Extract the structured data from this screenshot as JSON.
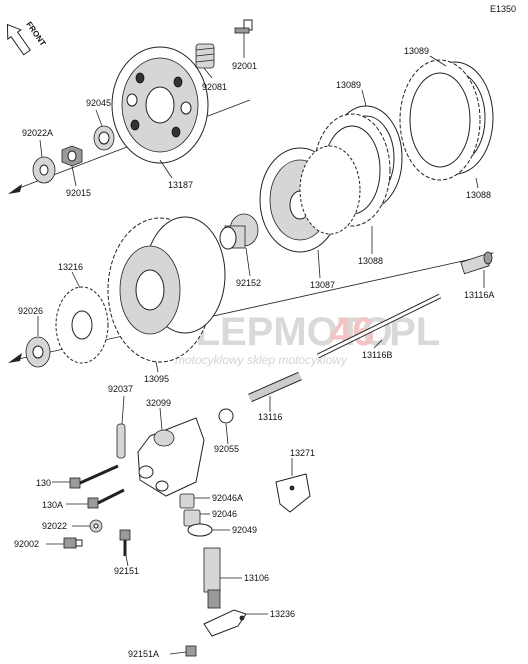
{
  "diagram_code": "E1350",
  "front_label": "FRONT",
  "watermark": {
    "a": "SKLEPMOTO",
    "b": "46",
    "c": ".PL",
    "tagline": "motocyklowy sklep motocyklowy"
  },
  "parts": {
    "p13187": "13187",
    "p92081": "92081",
    "p92001": "92001",
    "p92045": "92045",
    "p92022A": "92022A",
    "p92015": "92015",
    "p13089a": "13089",
    "p13089b": "13089",
    "p13088a": "13088",
    "p13088b": "13088",
    "p13087": "13087",
    "p92152": "92152",
    "p13216": "13216",
    "p13095": "13095",
    "p92026": "92026",
    "p13116A": "13116A",
    "p13116B": "13116B",
    "p13116": "13116",
    "p92037": "92037",
    "p32099": "32099",
    "p92055": "92055",
    "p13271": "13271",
    "p130": "130",
    "p130A": "130A",
    "p92046A": "92046A",
    "p92046": "92046",
    "p92049": "92049",
    "p92022": "92022",
    "p92002": "92002",
    "p92151": "92151",
    "p13106": "13106",
    "p13236": "13236",
    "p92151A": "92151A"
  }
}
